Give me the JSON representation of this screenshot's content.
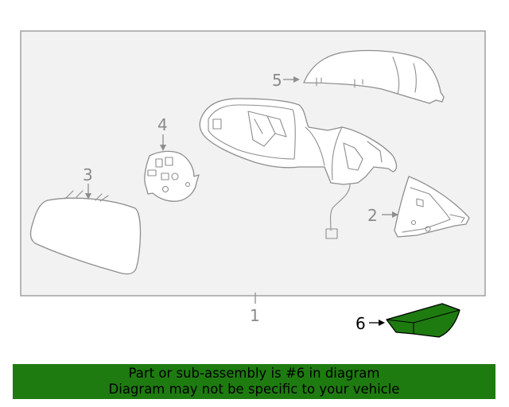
{
  "callouts": {
    "c1": "1",
    "c2": "2",
    "c3": "3",
    "c4": "4",
    "c5": "5",
    "c6": "6"
  },
  "banner": {
    "line1": "Part or sub-assembly is #6 in diagram",
    "line2": "Diagram may not be specific to your vehicle"
  },
  "colors": {
    "highlight": "#1e7b10",
    "line": "#8e8e8e",
    "frame": "#a0a0a0"
  }
}
